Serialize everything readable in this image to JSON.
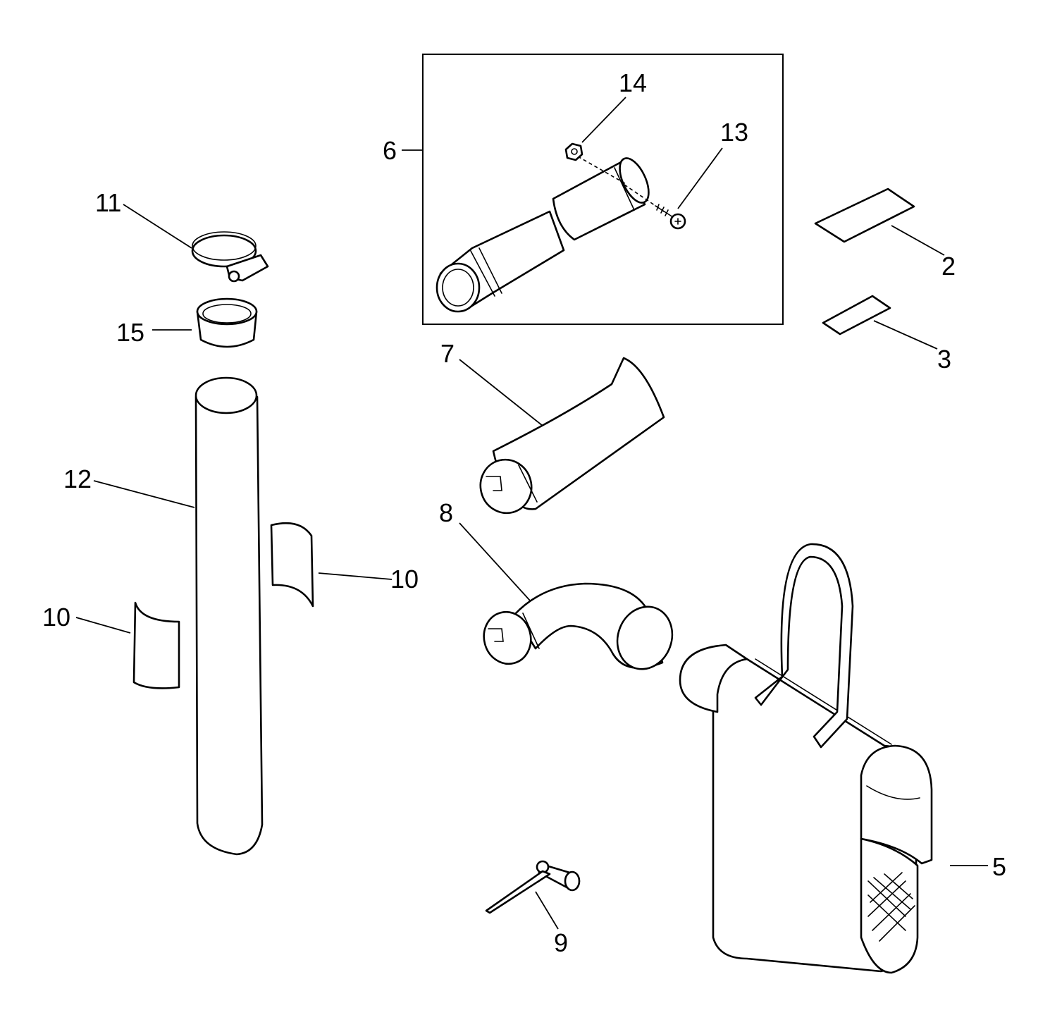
{
  "callouts": {
    "c2": "2",
    "c3": "3",
    "c5": "5",
    "c6": "6",
    "c7": "7",
    "c8": "8",
    "c9": "9",
    "c10a": "10",
    "c10b": "10",
    "c11": "11",
    "c12": "12",
    "c13": "13",
    "c14": "14",
    "c15": "15"
  },
  "colors": {
    "line": "#000000",
    "background": "#ffffff"
  }
}
